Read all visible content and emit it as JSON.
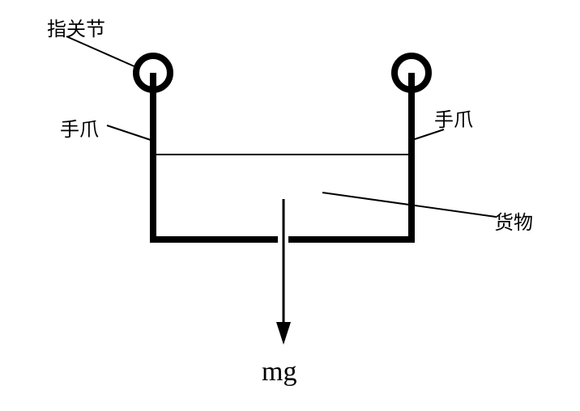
{
  "labels": {
    "joint": "指关节",
    "claw_left": "手爪",
    "claw_right": "手爪",
    "cargo": "货物",
    "force": "mg"
  },
  "colors": {
    "stroke": "#000000",
    "background": "#ffffff"
  }
}
